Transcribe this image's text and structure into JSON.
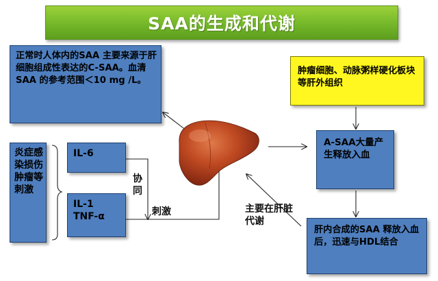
{
  "title": "SAA的生成和代谢",
  "note_box": {
    "text": "正常时人体内的SAA 主要来源于肝细胞组成性表达的C-SAA。血清SAA 的参考范围＜10 mg /L。"
  },
  "yellow_box": {
    "text": "肿瘤细胞、动脉粥样硬化板块等肝外组织"
  },
  "asaa_box": {
    "text": "A-SAA大量产生释放入血"
  },
  "release_box": {
    "text": "肝内合成的SAA 释放入血后，迅速与HDL结合"
  },
  "trigger_box": {
    "text": "炎症感染损伤肿瘤等刺激"
  },
  "il6_box": {
    "text": "IL-6"
  },
  "il1_box": {
    "line1": "IL-1",
    "line2": "TNF-α"
  },
  "labels": {
    "xie_tong": "协\n同",
    "ci_ji": "刺激",
    "metabolism": "主要在肝脏\n代谢"
  },
  "colors": {
    "title_green": "#74b72a",
    "box_blue": "#4f7fbf",
    "box_yellow": "#fff71f",
    "liver": "#b8431f"
  },
  "icons": [
    "liver-illustration"
  ]
}
